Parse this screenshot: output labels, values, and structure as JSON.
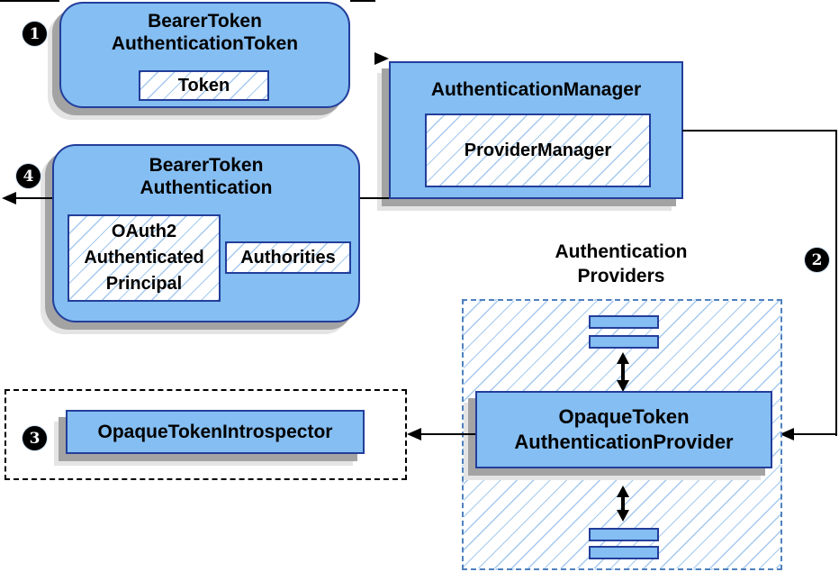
{
  "colors": {
    "box_fill": "#85BEF2",
    "box_border": "#233E9B",
    "hatch_line": "#A4C9EF",
    "providers_container_border": "#4F81BD",
    "introspector_container_border": "#000000",
    "arrow": "#000000",
    "shadow_dark": "#A3A3A3",
    "shadow_light": "#E4E4E4",
    "badge_bg": "#000000",
    "badge_text": "#FFFFFF",
    "text": "#000000",
    "background": "#FFFFFF"
  },
  "badges": {
    "step1": "1",
    "step2": "2",
    "step3": "3",
    "step4": "4"
  },
  "nodes": {
    "bearer_token_authentication_token": {
      "title_line1": "BearerToken",
      "title_line2": "AuthenticationToken",
      "inner_token": "Token"
    },
    "authentication_manager": {
      "title": "AuthenticationManager",
      "inner_provider_manager": "ProviderManager"
    },
    "bearer_token_authentication": {
      "title_line1": "BearerToken",
      "title_line2": "Authentication",
      "principal_line1": "OAuth2",
      "principal_line2": "Authenticated",
      "principal_line3": "Principal",
      "authorities": "Authorities"
    },
    "opaque_token_authentication_provider": {
      "title_line1": "OpaqueToken",
      "title_line2": "AuthenticationProvider"
    },
    "opaque_token_introspector": {
      "title": "OpaqueTokenIntrospector"
    }
  },
  "labels": {
    "authentication_providers_line1": "Authentication",
    "authentication_providers_line2": "Providers"
  }
}
